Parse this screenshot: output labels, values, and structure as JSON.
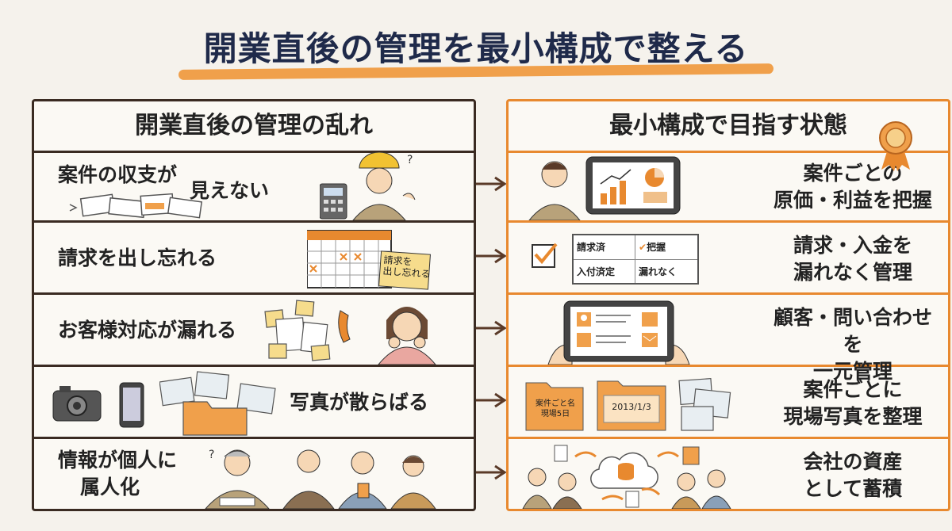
{
  "title": "開業直後の管理を最小構成で整える",
  "left_panel": {
    "heading": "開業直後の管理の乱れ",
    "rows": [
      {
        "text_a": "案件の収支が",
        "text_b": "見えない"
      },
      {
        "text": "請求を出し忘れる",
        "note": "請求を\n出し忘れる"
      },
      {
        "text": "お客様対応が漏れる"
      },
      {
        "text": "写真が散らばる"
      },
      {
        "text_a": "情報が個人に",
        "text_b": "属人化"
      }
    ]
  },
  "right_panel": {
    "heading": "最小構成で目指す状態",
    "rows": [
      {
        "line1": "案件ごとの",
        "line2": "原価・利益を把握"
      },
      {
        "line1": "請求・入金を",
        "line2": "漏れなく管理",
        "grid": [
          "請求済",
          "把握",
          "入付済定",
          "漏れなく"
        ]
      },
      {
        "line1": "顧客・問い合わせを",
        "line2": "一元管理"
      },
      {
        "line1": "案件ごとに",
        "line2": "現場写真を整理",
        "folder1": "案件ごと名\n現場5日",
        "folder2": "2013/1/3"
      },
      {
        "line1": "会社の資産",
        "line2": "として蓄積"
      }
    ]
  },
  "colors": {
    "accent": "#e8892f",
    "dark": "#3a2b22",
    "background": "#f5f2ec"
  }
}
